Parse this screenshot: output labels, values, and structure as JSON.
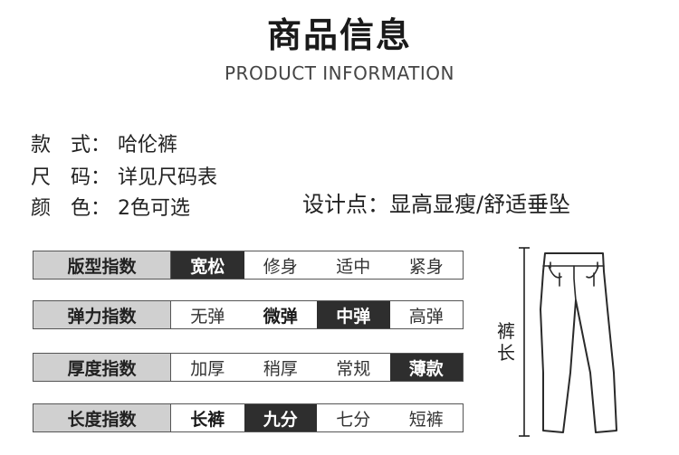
{
  "header": {
    "title": "商品信息",
    "subtitle": "PRODUCT INFORMATION"
  },
  "specs": [
    {
      "label": "款　式：",
      "value": "哈伦裤"
    },
    {
      "label": "尺　码：",
      "value": "详见尺码表"
    },
    {
      "label": "颜　色：",
      "value": "2色可选"
    }
  ],
  "design_point": "设计点：显高显瘦/舒适垂坠",
  "indices": [
    {
      "label": "版型指数",
      "options": [
        "宽松",
        "修身",
        "适中",
        "紧身"
      ],
      "selected": 0,
      "bold": []
    },
    {
      "label": "弹力指数",
      "options": [
        "无弹",
        "微弹",
        "中弹",
        "高弹"
      ],
      "selected": 2,
      "bold": [
        1
      ]
    },
    {
      "label": "厚度指数",
      "options": [
        "加厚",
        "稍厚",
        "常规",
        "薄款"
      ],
      "selected": 3,
      "bold": []
    },
    {
      "label": "长度指数",
      "options": [
        "长裤",
        "九分",
        "七分",
        "短裤"
      ],
      "selected": 1,
      "bold": [
        0
      ]
    }
  ],
  "diagram": {
    "label_line1": "裤",
    "label_line2": "长",
    "icon": "pants-icon"
  }
}
